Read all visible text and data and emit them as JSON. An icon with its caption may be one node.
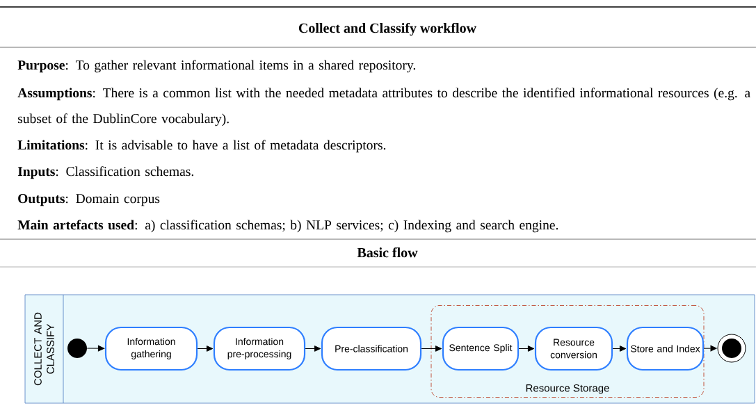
{
  "diagram": {
    "title": "Collect and Classify workflow",
    "nodes": [
      {
        "text": [
          "COLLECT AND CLASSIFY"
        ]
      },
      {
        "text": [],
        "shape": "circle",
        "in": 0
      },
      {
        "text": [
          "Information gathering"
        ],
        "in": 0
      },
      {
        "text": [
          "Information pre-processing"
        ],
        "in": 0
      },
      {
        "text": [
          "Pre-classification"
        ],
        "in": 0
      },
      {
        "text": [
          "Resource Storage"
        ],
        "in": 0
      },
      {
        "text": [
          "Sentence Split"
        ],
        "in": 5
      },
      {
        "text": [
          "Resource conversion"
        ],
        "in": 5
      },
      {
        "text": [
          "Store and Index"
        ],
        "in": 5
      },
      {
        "text": [],
        "shape": "bullseye",
        "in": 0
      }
    ],
    "edges": [
      {
        "from": 1,
        "to": 2,
        "arrow": "to"
      },
      {
        "from": 2,
        "to": 3,
        "arrow": "to"
      },
      {
        "from": 3,
        "to": 4,
        "arrow": "to"
      },
      {
        "from": 4,
        "to": 6,
        "arrow": "to"
      },
      {
        "from": 6,
        "to": 7,
        "arrow": "to"
      },
      {
        "from": 7,
        "to": 8,
        "arrow": "to"
      },
      {
        "from": 8,
        "to": 9,
        "arrow": "to"
      }
    ],
    "labels": [
      "**Purpose**: To gather relevant informational items in a shared repository.",
      "**Assumptions**: There is a common list with the needed metadata attributes to describe the identified informational resources (e.g. a subset of the DublinCore vocabulary).",
      "**Limitations**: It is advisable to have a list of metadata descriptors.",
      "**Inputs**: Classification schemas.",
      "**Outputs**: Domain corpus",
      "**Main artefacts used**: a) classification schemas; b) NLP services; c) Indexing and search engine.",
      "Basic flow"
    ]
  }
}
